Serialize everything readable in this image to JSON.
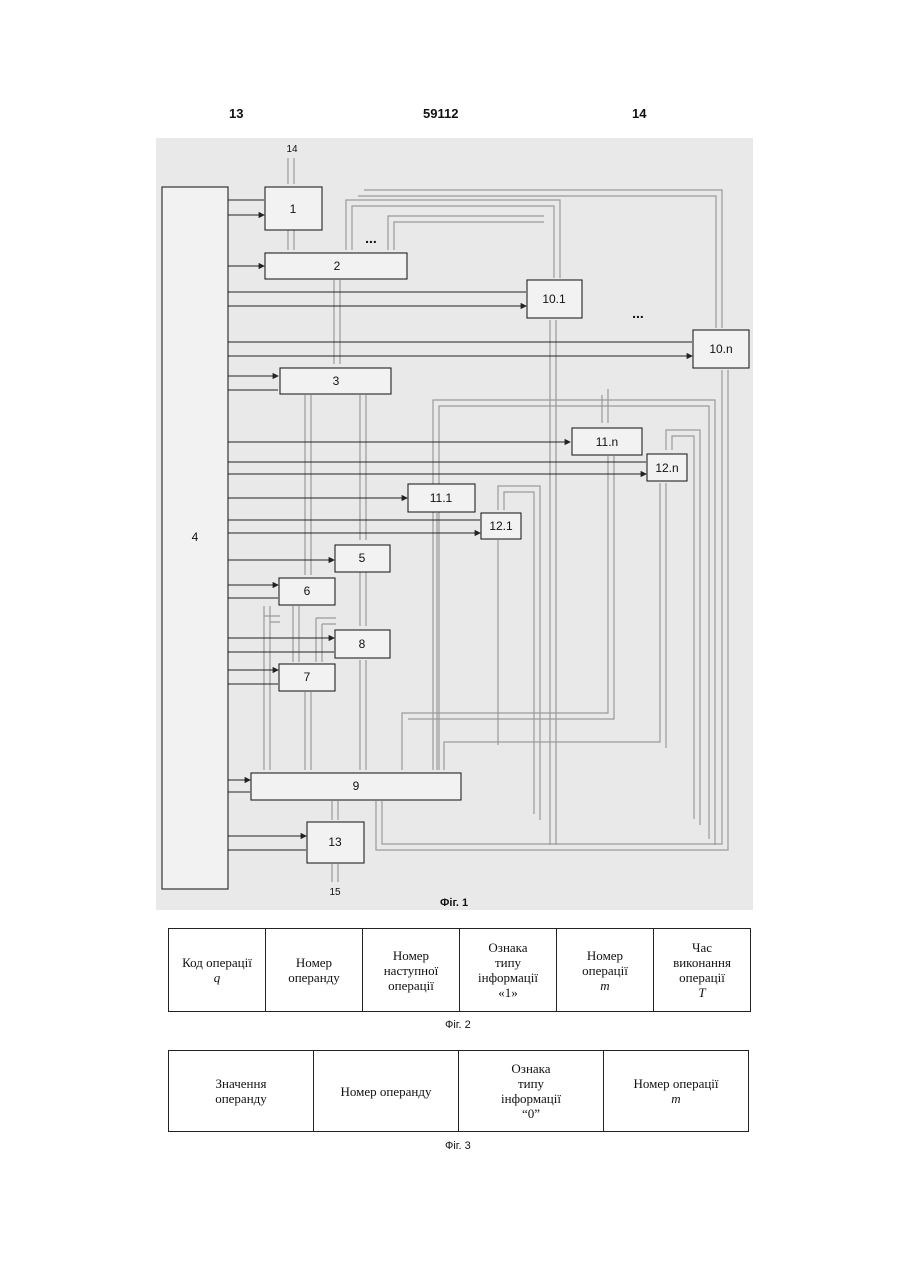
{
  "header": {
    "left": "13",
    "center": "59112",
    "right": "14"
  },
  "figure1": {
    "caption": "Фіг. 1",
    "blocks": {
      "b1": "1",
      "b2": "2",
      "b3": "3",
      "b4": "4",
      "b5": "5",
      "b6": "6",
      "b7": "7",
      "b8": "8",
      "b9": "9",
      "b10_1": "10.1",
      "b10_n": "10.n",
      "b11_n": "11.n",
      "b12_n": "12.n",
      "b11_1": "11.1",
      "b12_1": "12.1",
      "b13": "13"
    },
    "labels": {
      "input": "14",
      "output": "15",
      "dots_top": "...",
      "dots_right": "..."
    }
  },
  "figure2": {
    "caption": "Фіг. 2",
    "cells": [
      {
        "text": "Код операції",
        "var": "q"
      },
      {
        "text": "Номер\nоперанду",
        "var": ""
      },
      {
        "text": "Номер\nнаступної\nоперації",
        "var": ""
      },
      {
        "text": "Ознака\nтипу\nінформації\n«1»",
        "var": ""
      },
      {
        "text": "Номер\nоперації",
        "var": "m"
      },
      {
        "text": "Час\nвиконання\nоперації",
        "var": "T"
      }
    ]
  },
  "figure3": {
    "caption": "Фіг. 3",
    "cells": [
      {
        "text": "Значення\nоперанду",
        "var": ""
      },
      {
        "text": "Номер операнду",
        "var": ""
      },
      {
        "text": "Ознака\nтипу\nінформації\n“0”",
        "var": ""
      },
      {
        "text": "Номер операції",
        "var": "m"
      }
    ]
  }
}
